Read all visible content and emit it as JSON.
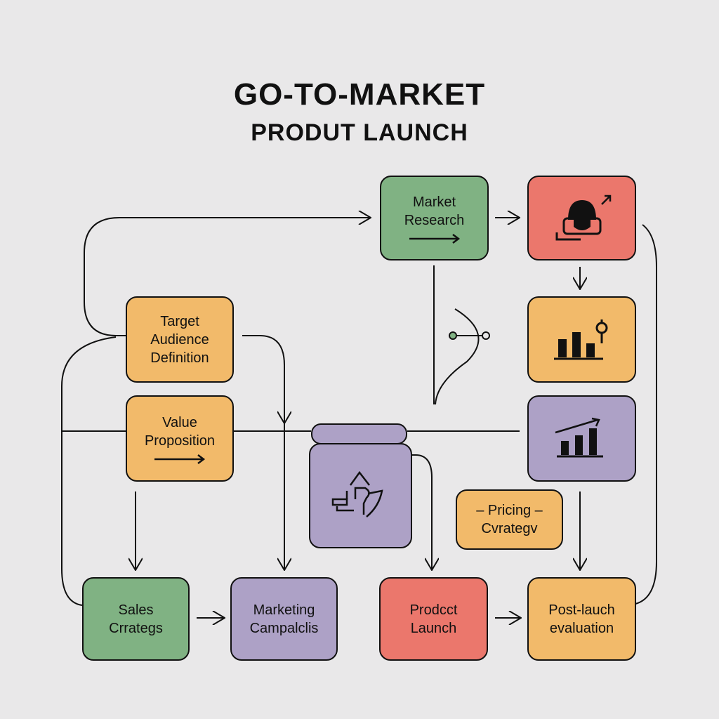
{
  "title": {
    "line1": "GO-TO-MARKET",
    "line2": "PRODUT LAUNCH"
  },
  "nodes": {
    "market_research": {
      "line1": "Market",
      "line2": "Research"
    },
    "target_audience": {
      "line1": "Target",
      "line2": "Audience",
      "line3": "Definition"
    },
    "value_proposition": {
      "line1": "Value",
      "line2": "Proposition"
    },
    "pricing": {
      "line1": "– Pricing –",
      "line2": "Cvrategv"
    },
    "sales": {
      "line1": "Sales",
      "line2": "Crrategs"
    },
    "marketing": {
      "line1": "Marketing",
      "line2": "Campalclis"
    },
    "product_launch": {
      "line1": "Prodcct",
      "line2": "Launch"
    },
    "post_launch": {
      "line1": "Post-lauch",
      "line2": "evaluation"
    }
  },
  "icons": [
    "lock-person-icon",
    "bar-chart-icon",
    "growth-chart-icon",
    "abstract-shapes-icon"
  ],
  "colors": {
    "green": "#80b283",
    "red": "#eb776c",
    "orange": "#f2ba6a",
    "purple": "#ada1c6",
    "background": "#e9e8e9"
  }
}
